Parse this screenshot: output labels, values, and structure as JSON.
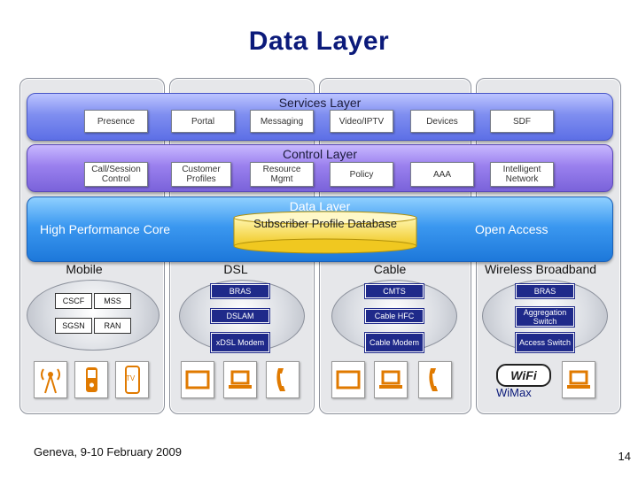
{
  "title": "Data Layer",
  "services_layer": {
    "label": "Services Layer",
    "items": [
      "Presence",
      "Portal",
      "Messaging",
      "Video/IPTV",
      "Devices",
      "SDF"
    ]
  },
  "control_layer": {
    "label": "Control Layer",
    "items": [
      "Call/Session Control",
      "Customer Profiles",
      "Resource Mgmt",
      "Policy",
      "AAA",
      "Intelligent Network"
    ]
  },
  "data_layer": {
    "label": "Data Layer",
    "left": "High Performance Core",
    "database": "Subscriber Profile Database",
    "right": "Open Access"
  },
  "access": {
    "mobile": {
      "label": "Mobile",
      "nodes": [
        "CSCF",
        "MSS",
        "SGSN",
        "RAN"
      ]
    },
    "dsl": {
      "label": "DSL",
      "nodes": [
        "BRAS",
        "DSLAM",
        "xDSL Modem"
      ]
    },
    "cable": {
      "label": "Cable",
      "nodes": [
        "CMTS",
        "Cable HFC",
        "Cable Modem"
      ]
    },
    "wireless": {
      "label": "Wireless Broadband",
      "nodes": [
        "BRAS",
        "Aggregation Switch",
        "Access Switch"
      ],
      "wifi": "WiFi",
      "wimax": "WiMax"
    }
  },
  "device_tv_label": "TV",
  "footer": "Geneva, 9-10 February 2009",
  "page_number": "14"
}
